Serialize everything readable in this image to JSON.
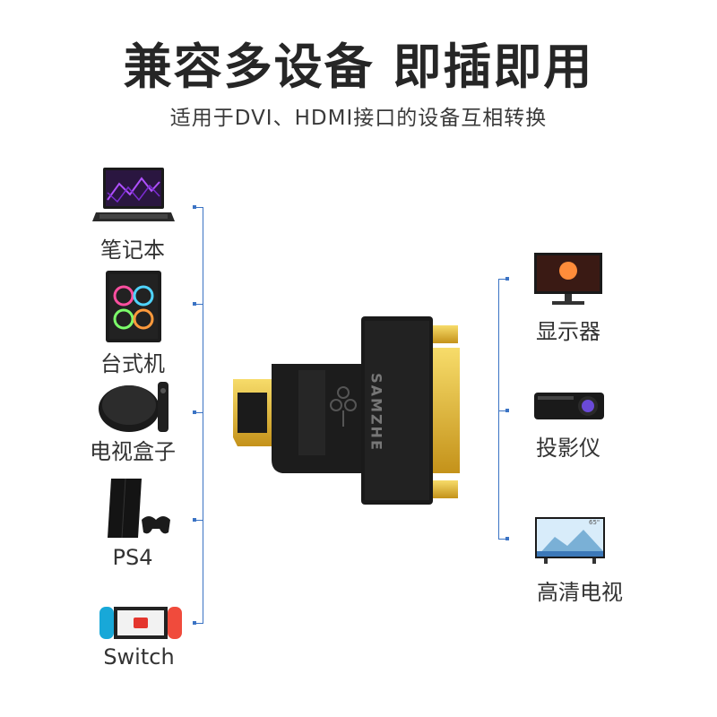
{
  "header": {
    "title": "兼容多设备 即插即用",
    "subtitle": "适用于DVI、HDMI接口的设备互相转换"
  },
  "left_devices": [
    {
      "label": "笔记本",
      "icon": "laptop-icon"
    },
    {
      "label": "台式机",
      "icon": "desktop-pc-icon"
    },
    {
      "label": "电视盒子",
      "icon": "tv-box-icon"
    },
    {
      "label": "PS4",
      "icon": "ps4-console-icon"
    },
    {
      "label": "Switch",
      "icon": "switch-console-icon"
    }
  ],
  "right_devices": [
    {
      "label": "显示器",
      "icon": "monitor-icon"
    },
    {
      "label": "投影仪",
      "icon": "projector-icon"
    },
    {
      "label": "高清电视",
      "icon": "hdtv-icon"
    }
  ],
  "adapter": {
    "brand": "SAMZHE",
    "tv_size_badge": "65\""
  },
  "colors": {
    "connector_line": "#3b73c4",
    "gold": "#e4b82c",
    "adapter_body": "#1c1c1c"
  }
}
